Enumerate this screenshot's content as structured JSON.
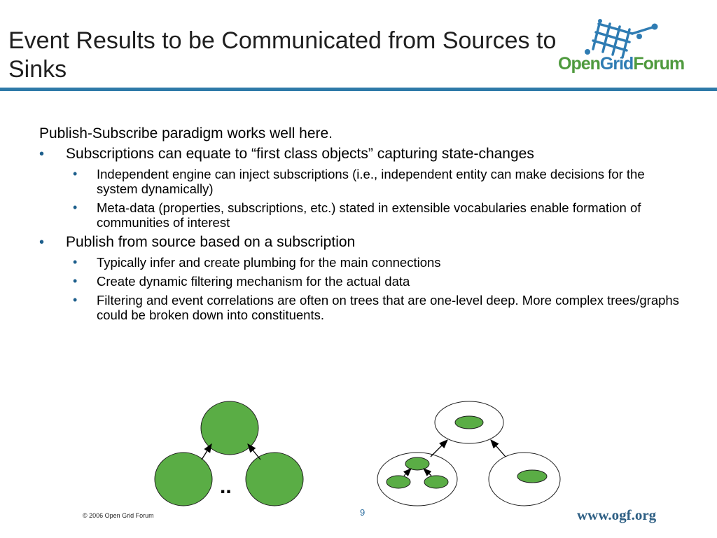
{
  "slide": {
    "title": "Event Results to be Communicated from Sources to Sinks",
    "logo": {
      "part1": "Open",
      "part2": "Grid",
      "part3": "Forum"
    },
    "intro": "Publish-Subscribe paradigm works well here.",
    "bullets": [
      {
        "text": "Subscriptions can equate to “first class objects” capturing state-changes",
        "sub": [
          "Independent engine can inject subscriptions (i.e., independent entity can make decisions for the system dynamically)",
          "Meta-data (properties, subscriptions, etc.) stated in extensible vocabularies enable formation of communities of interest"
        ]
      },
      {
        "text": "Publish from source based on a subscription",
        "sub": [
          "Typically infer and create plumbing for the main connections",
          "Create dynamic filtering mechanism for the actual data",
          "Filtering and event correlations are often on trees that are one-level deep. More complex trees/graphs could be broken down into constituents."
        ]
      }
    ],
    "diagram": {
      "ellipsis": ".."
    },
    "footer": {
      "copyright": "© 2006 Open Grid Forum",
      "page_number": "9",
      "url": "www.ogf.org"
    }
  },
  "colors": {
    "accent_blue": "#2e7aa8",
    "node_green": "#5aad45",
    "logo_green": "#4f9a3e"
  },
  "icons": {
    "logo_mark": "grid-lattice-icon",
    "bullet": "bullet-dot-icon"
  }
}
